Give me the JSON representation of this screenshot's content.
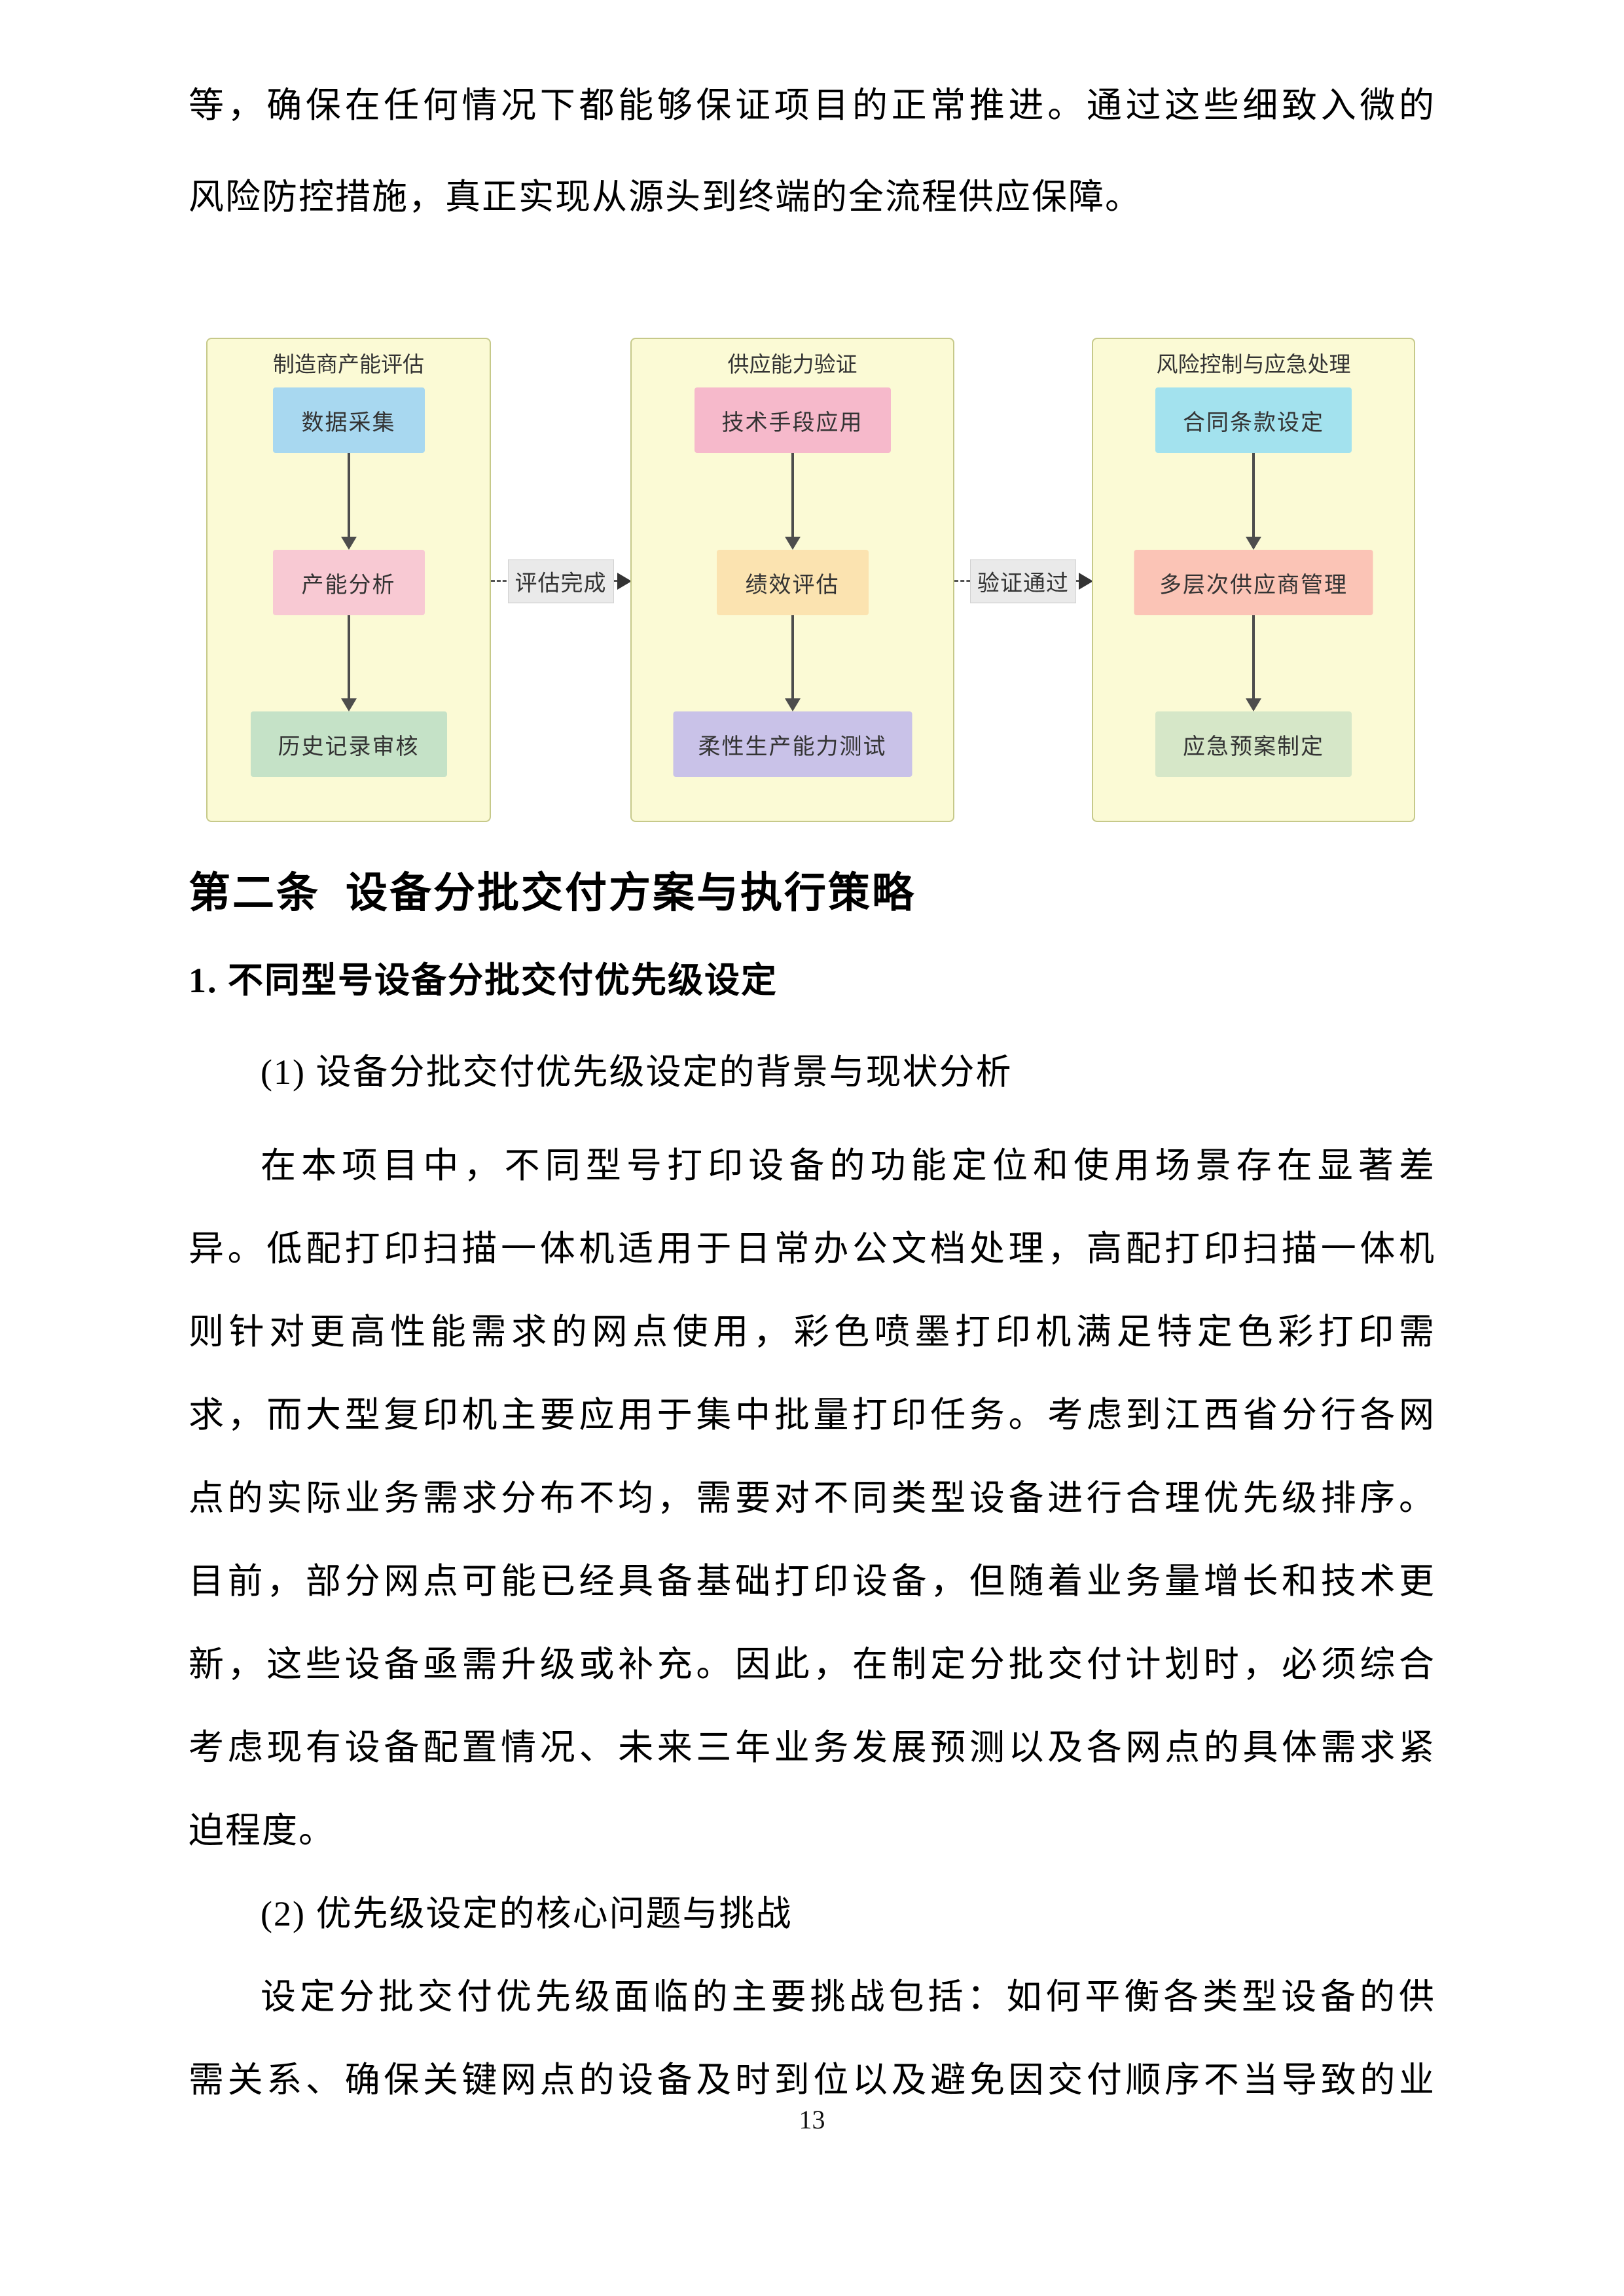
{
  "document": {
    "lines": [
      "等，确保在任何情况下都能够保证项目的正常推进。通过这些细致入微的",
      "风险防控措施，真正实现从源头到终端的全流程供应保障。",
      "第二条 设备分批交付方案与执行策略",
      "1. 不同型号设备分批交付优先级设定",
      "(1) 设备分批交付优先级设定的背景与现状分析",
      "在本项目中，不同型号打印设备的功能定位和使用场景存在显著差",
      "异。低配打印扫描一体机适用于日常办公文档处理，高配打印扫描一体机",
      "则针对更高性能需求的网点使用，彩色喷墨打印机满足特定色彩打印需",
      "求，而大型复印机主要应用于集中批量打印任务。考虑到江西省分行各网",
      "点的实际业务需求分布不均，需要对不同类型设备进行合理优先级排序。",
      "目前，部分网点可能已经具备基础打印设备，但随着业务量增长和技术更",
      "新，这些设备亟需升级或补充。因此，在制定分批交付计划时，必须综合",
      "考虑现有设备配置情况、未来三年业务发展预测以及各网点的具体需求紧",
      "迫程度。",
      "(2) 优先级设定的核心问题与挑战",
      "设定分批交付优先级面临的主要挑战包括：如何平衡各类型设备的供",
      "需关系、确保关键网点的设备及时到位以及避免因交付顺序不当导致的业"
    ],
    "page_number": "13"
  },
  "flowchart": {
    "panel_bg": "#fbfad5",
    "panel_border": "#c6c98a",
    "arrow_color": "#4d4d4d",
    "panels": [
      {
        "title": "制造商产能评估",
        "boxes": [
          {
            "label": "数据采集",
            "color": "#a8d8f0"
          },
          {
            "label": "产能分析",
            "color": "#f8c9d3"
          },
          {
            "label": "历史记录审核",
            "color": "#c5e2c7"
          }
        ]
      },
      {
        "title": "供应能力验证",
        "boxes": [
          {
            "label": "技术手段应用",
            "color": "#f6b9cb"
          },
          {
            "label": "绩效评估",
            "color": "#fbe3b0"
          },
          {
            "label": "柔性生产能力测试",
            "color": "#c9c2e8"
          }
        ]
      },
      {
        "title": "风险控制与应急处理",
        "boxes": [
          {
            "label": "合同条款设定",
            "color": "#a3e2ee"
          },
          {
            "label": "多层次供应商管理",
            "color": "#fbc4b6"
          },
          {
            "label": "应急预案制定",
            "color": "#d6e7c8"
          }
        ]
      }
    ],
    "connectors": [
      {
        "label": "评估完成"
      },
      {
        "label": "验证通过"
      }
    ]
  }
}
